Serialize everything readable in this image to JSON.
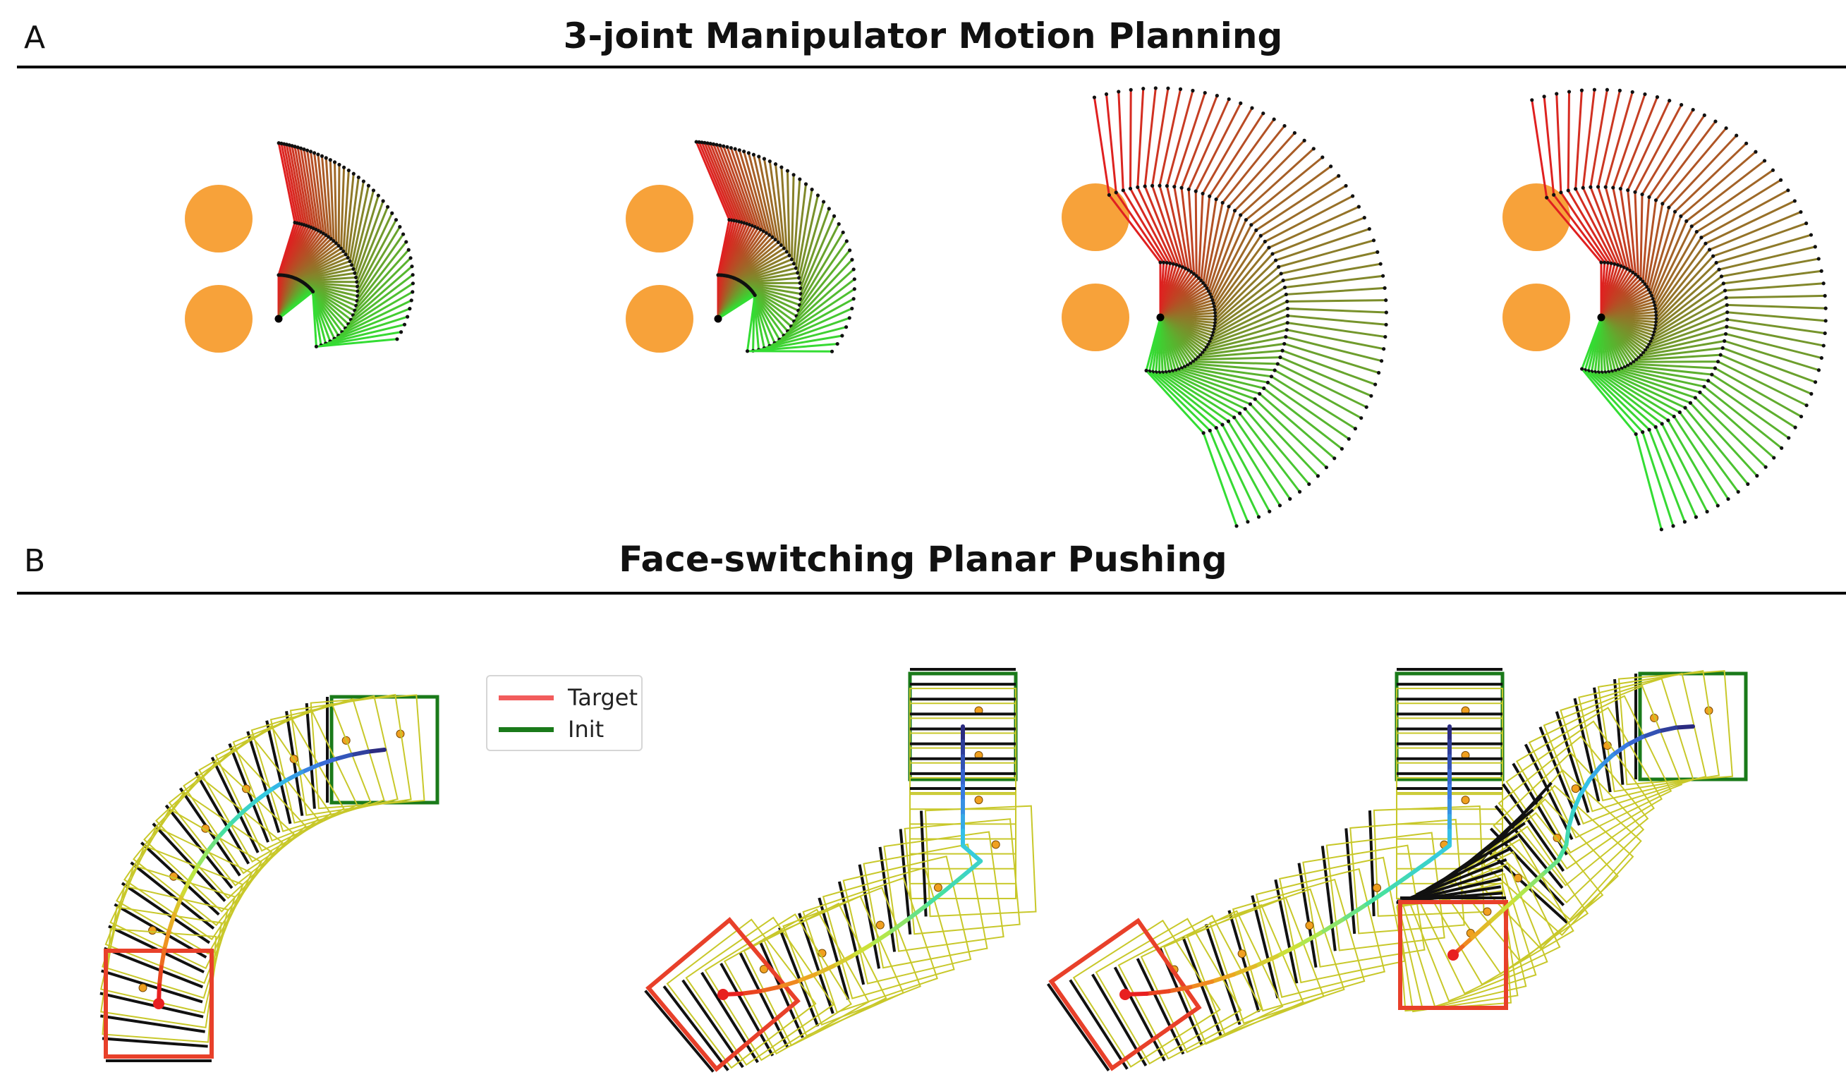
{
  "sectionA": {
    "letter": "A",
    "title": "3-joint Manipulator Motion Planning",
    "panels": [
      {
        "type": "arm",
        "variant": "s-curve-1"
      },
      {
        "type": "arm",
        "variant": "s-curve-2"
      },
      {
        "type": "arm",
        "variant": "sweep-1"
      },
      {
        "type": "arm",
        "variant": "sweep-2"
      }
    ]
  },
  "sectionB": {
    "letter": "B",
    "title": "Face-switching Planar Pushing",
    "legend": {
      "items": [
        {
          "label": "Target",
          "color": "#f25c5c"
        },
        {
          "label": "Init",
          "color": "#1a7a1a"
        }
      ]
    },
    "panels": [
      {
        "type": "push",
        "variant": "arc"
      },
      {
        "type": "push",
        "variant": "switch-1"
      },
      {
        "type": "push",
        "variant": "switch-2"
      },
      {
        "type": "push",
        "variant": "s-turn"
      }
    ]
  },
  "colors": {
    "obstacle": "#f7a23a",
    "armStart": "#e02020",
    "armEnd": "#33dd33",
    "boxPath": "#c8c82a",
    "pusher": "#111111",
    "contact": "#f0a020"
  }
}
